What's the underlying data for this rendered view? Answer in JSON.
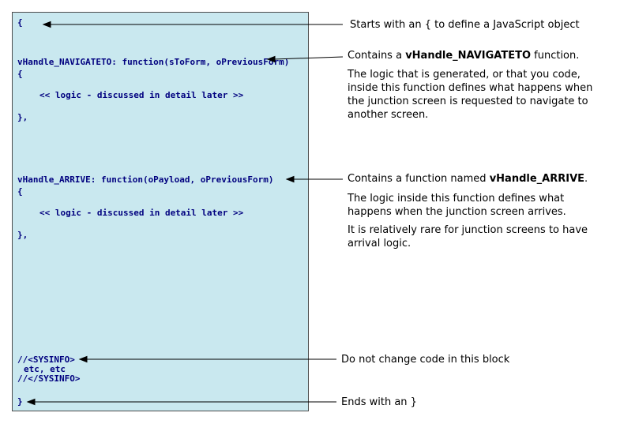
{
  "code_block": {
    "lines": [
      "{",
      "vHandle_NAVIGATETO: function(sToForm, oPreviousForm)",
      "{",
      "<< logic - discussed in detail later >>",
      "},",
      "vHandle_ARRIVE: function(oPayload, oPreviousForm)",
      "{",
      "<< logic - discussed in detail later >>",
      "},",
      "//<SYSINFO>",
      "etc, etc",
      "//</SYSINFO>",
      "}"
    ]
  },
  "annotations": {
    "a1": {
      "text": "Starts with an { to define a JavaScript object"
    },
    "a2": {
      "prefix": "Contains a ",
      "name": "vHandle_NAVIGATETO",
      "suffix": " function.",
      "body": "The logic that is generated, or that you code, inside this function defines what happens when the junction screen is requested to navigate to another screen."
    },
    "a3": {
      "prefix": "Contains a function named ",
      "name": "vHandle_ARRIVE",
      "suffix": ".",
      "body1": "The logic inside this function defines what happens when the junction screen arrives.",
      "body2": "It is relatively rare for junction screens to have arrival logic."
    },
    "a4": {
      "text": "Do not change code in this block"
    },
    "a5": {
      "text": "Ends with an }"
    }
  },
  "colors": {
    "code_bg": "#c9e8ef",
    "code_text": "#00007f",
    "panel_border": "#4d4d4d",
    "annotation_text": "#000000",
    "arrow": "#000000"
  }
}
